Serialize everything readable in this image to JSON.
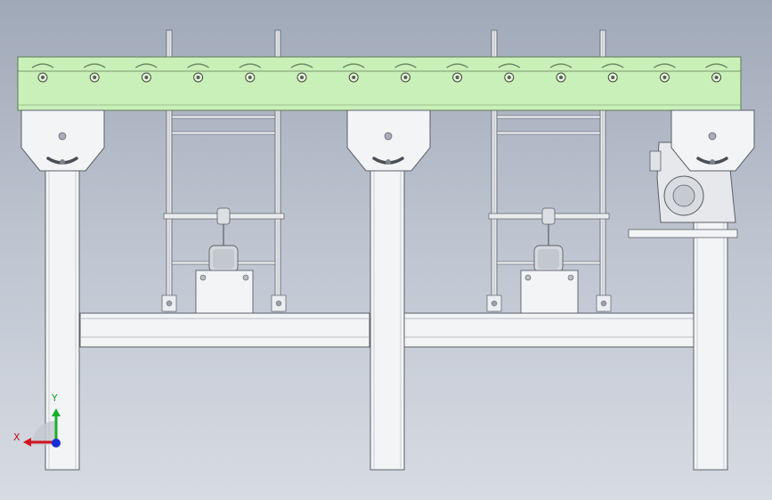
{
  "colors": {
    "background_top": "#a0a9b8",
    "background_bottom": "#d7dbe3",
    "conveyor_rail": "#c9f0b8",
    "conveyor_edge": "#5e7a55",
    "frame_body": "#f3f4f6",
    "frame_edge": "#5a5f68",
    "axis_x": "#d0141e",
    "axis_y": "#18b02a",
    "axis_z": "#1630d6"
  },
  "view_triad": {
    "x_label": "X",
    "y_label": "Y"
  },
  "model": {
    "roller_count": 14,
    "leg_count": 3,
    "lift_unit_count": 2,
    "gear_motor_count": 1
  }
}
